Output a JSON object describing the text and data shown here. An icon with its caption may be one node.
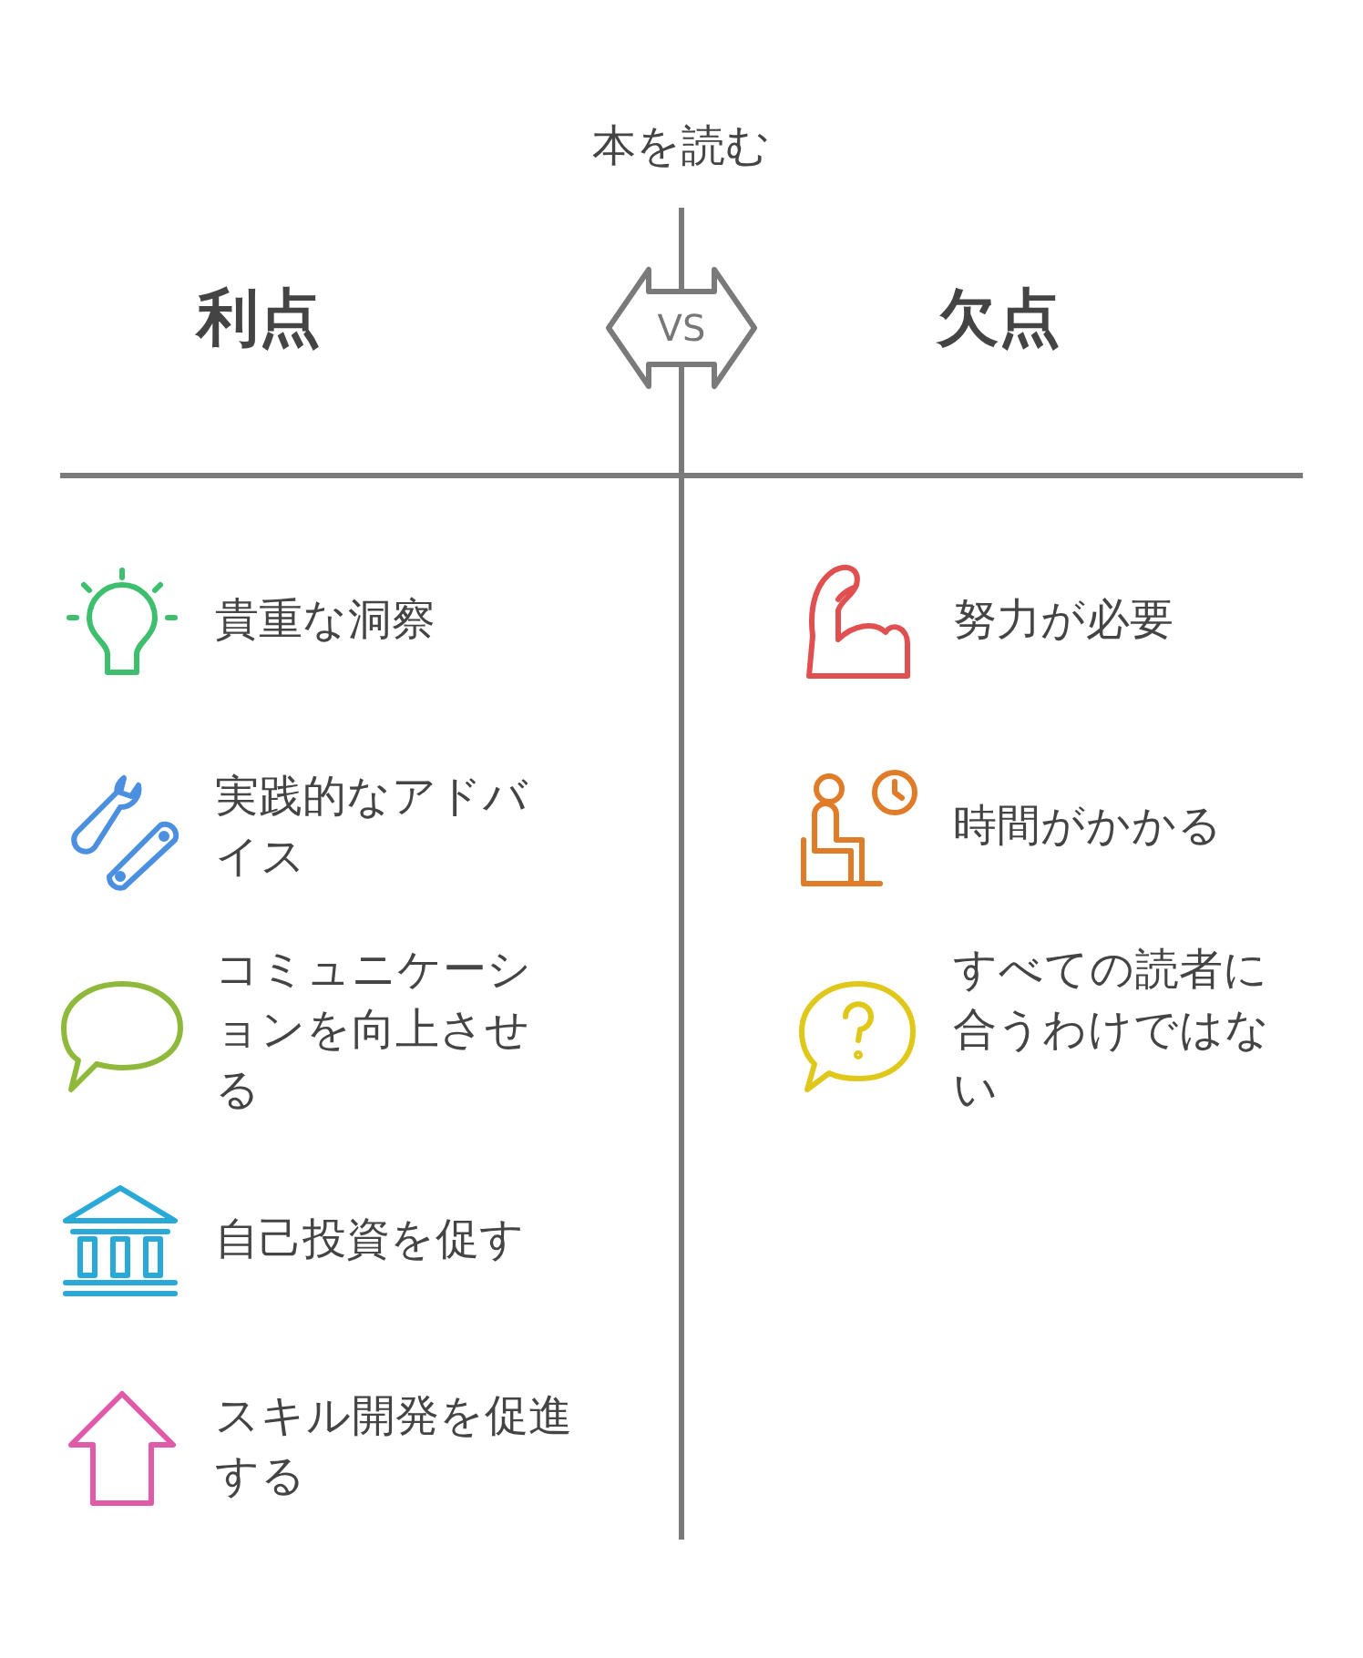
{
  "diagram": {
    "title": "本を読む",
    "nodes": [
      {
        "text": [
          "VS"
        ]
      }
    ],
    "labels": [
      "利点",
      "欠点",
      "貴重な洞察",
      "努力が必要",
      "実践的なアドバイス",
      "時間がかかる",
      "コミュニケーションを向上させる",
      "すべての読者に合うわけではない",
      "自己投資を促す",
      "スキル開発を促進する"
    ]
  }
}
